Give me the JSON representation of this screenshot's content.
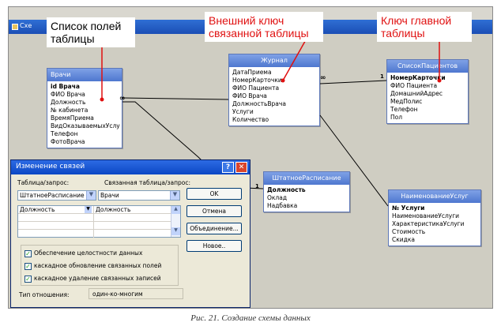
{
  "window": {
    "title_fragment": "Схе"
  },
  "callouts": {
    "fields_list": "Список полей таблицы",
    "foreign_key": "Внешний ключ связанной таблицы",
    "primary_key": "Ключ главной таблицы"
  },
  "tables": {
    "doctors": {
      "title": "Врачи",
      "fields": [
        "id Врача",
        "ФИО Врача",
        "Должность",
        "№ кабинета",
        "ВремяПриема",
        "ВидОказываемыхУслуг",
        "Телефон",
        "ФотоВрача"
      ]
    },
    "journal": {
      "title": "Журнал",
      "fields": [
        "ДатаПриема",
        "НомерКарточки",
        "ФИО Пациента",
        "ФИО Врача",
        "ДолжностьВрача",
        "Услуги",
        "Количество"
      ]
    },
    "patients": {
      "title": "СписокПациентов",
      "fields": [
        "НомерКарточки",
        "ФИО Пациента",
        "ДомашнийАдрес",
        "МедПолис",
        "Телефон",
        "Пол"
      ]
    },
    "staff": {
      "title": "ШтатноеРасписание",
      "fields": [
        "Должность",
        "Оклад",
        "Надбавка"
      ]
    },
    "services": {
      "title": "НаименованиеУслуг",
      "fields": [
        "№ Услуги",
        "НаименованиеУслуги",
        "ХарактеристикаУслуги",
        "Стоимость",
        "Скидка"
      ]
    }
  },
  "relations": {
    "one": "1",
    "many": "∞"
  },
  "dialog": {
    "title": "Изменение связей",
    "table_label": "Таблица/запрос:",
    "related_label": "Связанная таблица/запрос:",
    "table_value": "ШтатноеРасписание",
    "related_value": "Врачи",
    "grid_left": "Должность",
    "grid_right": "Должность",
    "buttons": [
      "OK",
      "Отмена",
      "Объединение...",
      "Новое.."
    ],
    "checks": [
      {
        "label": "Обеспечение целостности данных",
        "checked": true
      },
      {
        "label": "каскадное обновление связанных полей",
        "checked": true
      },
      {
        "label": "каскадное удаление связанных записей",
        "checked": true
      }
    ],
    "rel_type_label": "Тип отношения:",
    "rel_type_value": "один-ко-многим"
  },
  "caption": "Рис. 21. Создание схемы данных",
  "colors": {
    "red_marker": "#e01010",
    "table_header": "#5b82d6",
    "dialog_title": "#0b47c4"
  }
}
